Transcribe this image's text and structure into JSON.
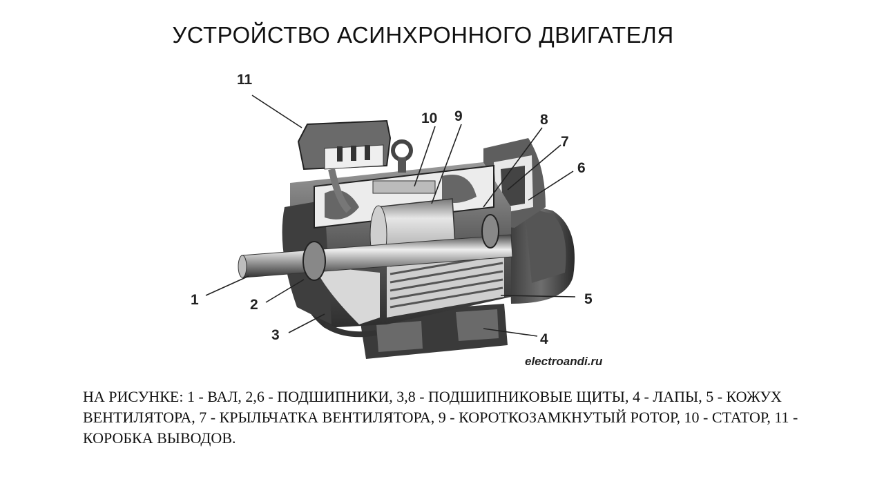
{
  "title": "УСТРОЙСТВО АСИНХРОННОГО ДВИГАТЕЛЯ",
  "diagram": {
    "labels": {
      "l1": "1",
      "l2": "2",
      "l3": "3",
      "l4": "4",
      "l5": "5",
      "l6": "6",
      "l7": "7",
      "l8": "8",
      "l9": "9",
      "l10": "10",
      "l11": "11"
    },
    "watermark": "electroandi.ru"
  },
  "caption": "НА РИСУНКЕ: 1 - ВАЛ, 2,6 - ПОДШИПНИКИ, 3,8 - ПОДШИПНИКОВЫЕ ЩИТЫ, 4 - ЛАПЫ, 5 - КОЖУХ ВЕНТИЛЯТОРА, 7 - КРЫЛЬЧАТКА ВЕНТИЛЯТОРА, 9 - КОРОТКОЗАМКНУТЫЙ РОТОР, 10 - СТАТОР, 11 - КОРОБКА ВЫВОДОВ."
}
